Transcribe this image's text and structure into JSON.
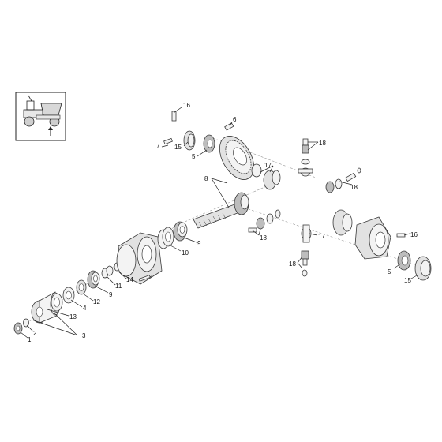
{
  "callouts": [
    "1",
    "2",
    "3",
    "4",
    "5",
    "5",
    "6",
    "7",
    "8",
    "9",
    "9",
    "10",
    "11",
    "12",
    "13",
    "14",
    "15",
    "15",
    "16",
    "16",
    "17",
    "17",
    "18",
    "18",
    "18",
    "18"
  ],
  "colors": {
    "line": "#3a3a3a",
    "fill": "#f3f3f3",
    "accent_fill": "#bdbdbd"
  },
  "icons": {
    "location_thumbnail": "dumper-vehicle-icon",
    "arrow": "arrow-up-icon"
  }
}
